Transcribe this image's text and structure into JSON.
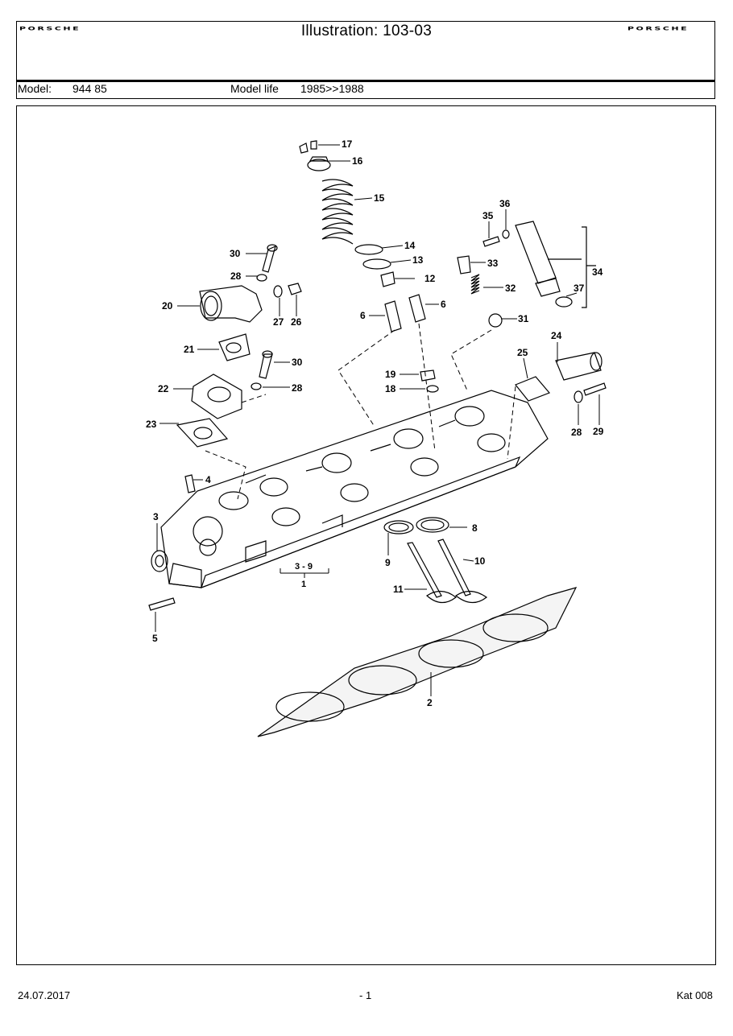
{
  "header": {
    "brand_left": "PORSCHE",
    "brand_right": "PORSCHE",
    "title": "Illustration: 103-03"
  },
  "model": {
    "model_label": "Model:",
    "model_value": "944 85",
    "life_label": "Model life",
    "life_value": "1985>>1988"
  },
  "diagram": {
    "callouts": [
      "17",
      "16",
      "15",
      "14",
      "13",
      "12",
      "6",
      "6",
      "30",
      "28",
      "20",
      "27",
      "26",
      "36",
      "35",
      "33",
      "34",
      "32",
      "37",
      "31",
      "21",
      "30",
      "19",
      "18",
      "22",
      "28",
      "24",
      "25",
      "28",
      "29",
      "23",
      "4",
      "3",
      "8",
      "9",
      "10",
      "3 - 9",
      "1",
      "11",
      "5",
      "2"
    ]
  },
  "footer": {
    "date": "24.07.2017",
    "page": "- 1",
    "catalog": "Kat 008"
  }
}
